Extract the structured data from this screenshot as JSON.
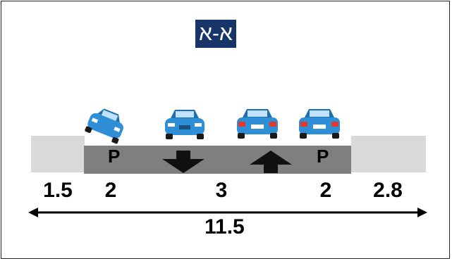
{
  "section_title": "א-א",
  "lanes": [
    {
      "role": "sidewalk",
      "width_label": "1.5"
    },
    {
      "role": "parking",
      "width_label": "2",
      "marker": "P"
    },
    {
      "role": "travel-lanes",
      "width_label": "3",
      "directions": [
        "down",
        "up"
      ]
    },
    {
      "role": "parking",
      "width_label": "2",
      "marker": "P"
    },
    {
      "role": "sidewalk",
      "width_label": "2.8"
    }
  ],
  "total_width_label": "11.5",
  "colors": {
    "title_bg": "#17356b",
    "road": "#7f7f7f",
    "sidewalk": "#d9d9d9",
    "car": "#2e8fd6"
  },
  "icons": [
    "car-icon",
    "arrow-down-icon",
    "arrow-up-icon",
    "double-arrow-icon"
  ]
}
